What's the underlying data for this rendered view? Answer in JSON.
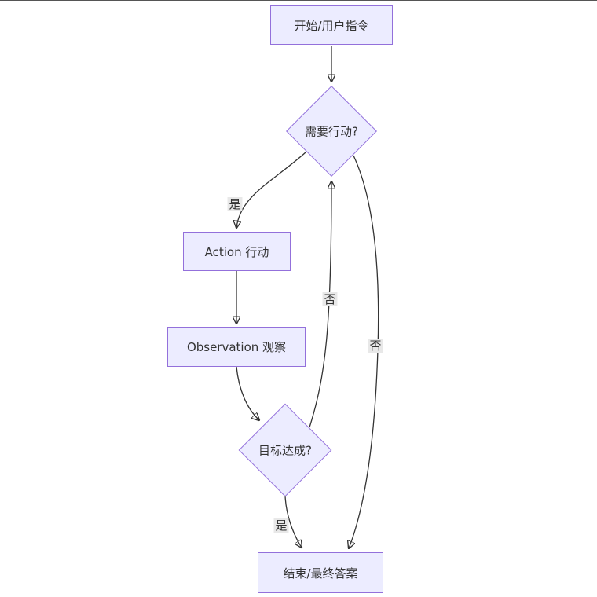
{
  "diagram": {
    "type": "flowchart",
    "direction": "top-down",
    "nodes": [
      {
        "id": "start",
        "shape": "rect",
        "label": "开始/用户指令"
      },
      {
        "id": "need_action",
        "shape": "diamond",
        "label": "需要行动?"
      },
      {
        "id": "action",
        "shape": "rect",
        "label": "Action 行动"
      },
      {
        "id": "observation",
        "shape": "rect",
        "label": "Observation 观察"
      },
      {
        "id": "goal_reached",
        "shape": "diamond",
        "label": "目标达成?"
      },
      {
        "id": "end",
        "shape": "rect",
        "label": "结束/最终答案"
      }
    ],
    "edges": [
      {
        "from": "start",
        "to": "need_action",
        "label": ""
      },
      {
        "from": "need_action",
        "to": "action",
        "label": "是"
      },
      {
        "from": "action",
        "to": "observation",
        "label": ""
      },
      {
        "from": "observation",
        "to": "goal_reached",
        "label": ""
      },
      {
        "from": "goal_reached",
        "to": "need_action",
        "label": "否"
      },
      {
        "from": "need_action",
        "to": "end",
        "label": "否"
      },
      {
        "from": "goal_reached",
        "to": "end",
        "label": "是"
      }
    ],
    "colors": {
      "node_fill": "#ECECFF",
      "node_border": "#9370DB",
      "edge_stroke": "#333333",
      "text": "#333333",
      "edge_label_bg": "#e8e8e8",
      "background": "#ffffff"
    }
  }
}
